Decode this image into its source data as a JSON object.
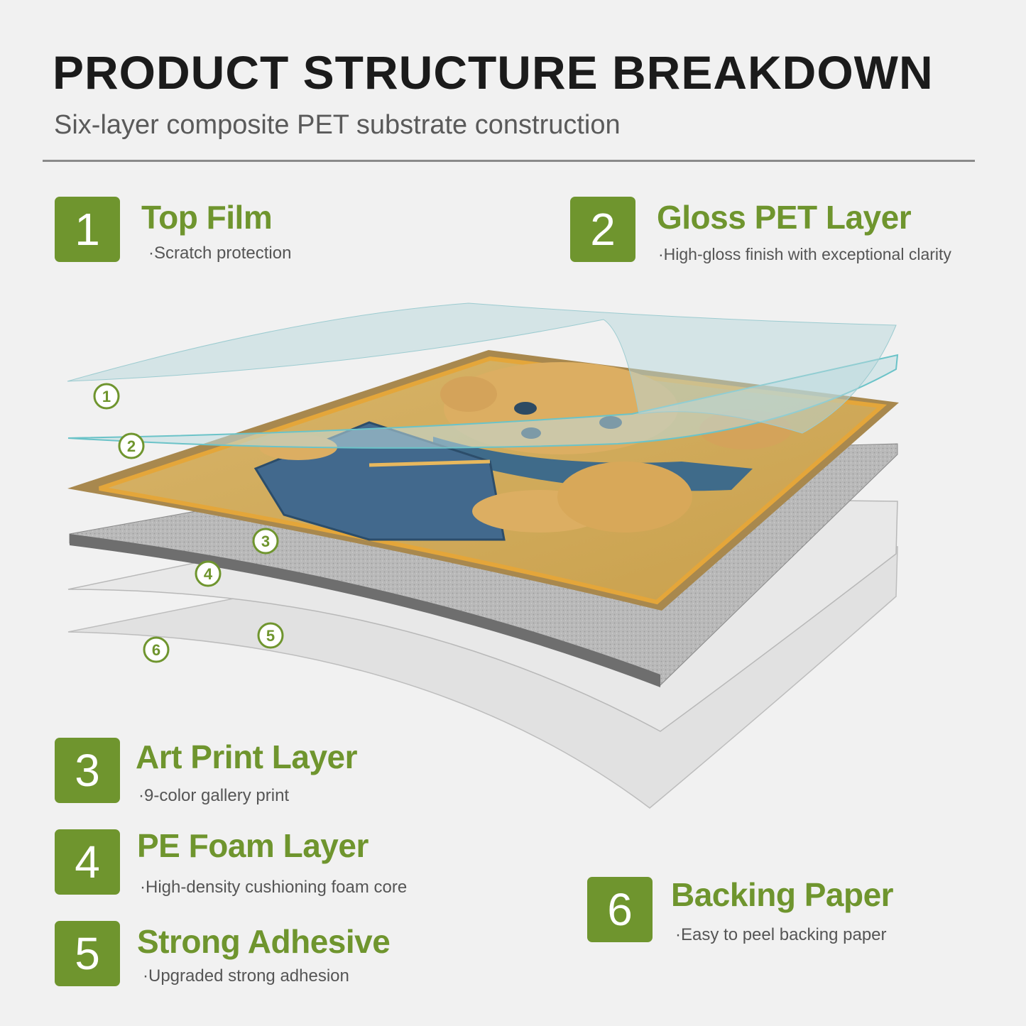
{
  "header": {
    "title": "PRODUCT STRUCTURE BREAKDOWN",
    "subtitle": "Six-layer composite PET substrate construction"
  },
  "layers": [
    {
      "number": "1",
      "name": "Top Film",
      "description": "Scratch protection"
    },
    {
      "number": "2",
      "name": "Gloss PET Layer",
      "description": "High-gloss finish with exceptional clarity"
    },
    {
      "number": "3",
      "name": "Art Print Layer",
      "description": "9-color gallery print"
    },
    {
      "number": "4",
      "name": "PE Foam Layer",
      "description": "High-density cushioning foam core"
    },
    {
      "number": "5",
      "name": "Strong Adhesive",
      "description": "Upgraded strong adhesion"
    },
    {
      "number": "6",
      "name": "Backing Paper",
      "description": "Easy to peel backing paper"
    }
  ],
  "diagram_markers": [
    "①",
    "②",
    "③",
    "④",
    "⑤",
    "⑥"
  ],
  "colors": {
    "accent": "#6f952e",
    "background": "#f1f1f1"
  }
}
